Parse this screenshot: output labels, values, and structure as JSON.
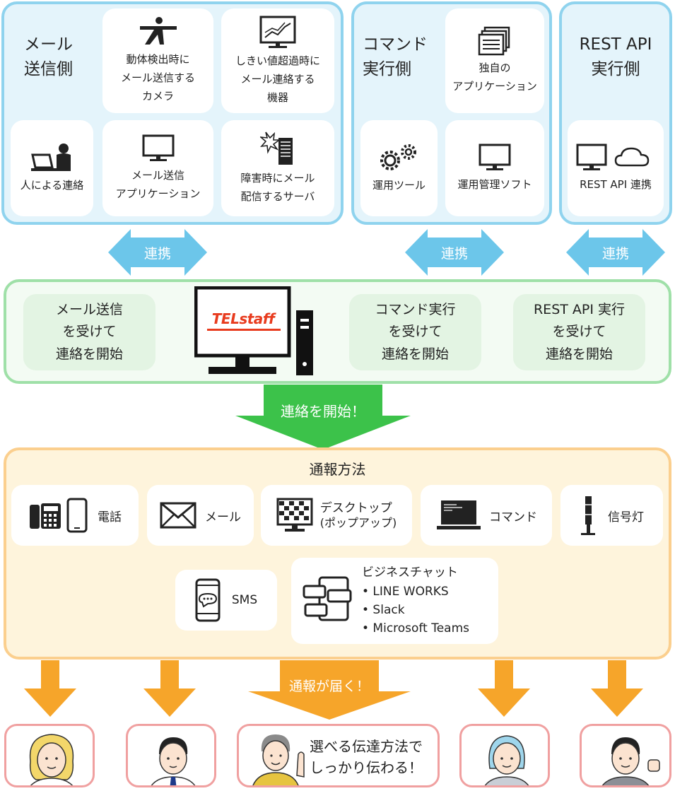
{
  "mail_panel": {
    "title_line1": "メール",
    "title_line2": "送信側",
    "cards": [
      {
        "lines": [
          "動体検出時に",
          "メール送信する",
          "カメラ"
        ],
        "icon": "motion-person-icon"
      },
      {
        "lines": [
          "しきい値超過時に",
          "メール連絡する",
          "機器"
        ],
        "icon": "monitor-chart-icon"
      },
      {
        "lines": [
          "人による連絡"
        ],
        "icon": "person-laptop-icon"
      },
      {
        "lines": [
          "メール送信",
          "アプリケーション"
        ],
        "icon": "monitor-icon"
      },
      {
        "lines": [
          "障害時にメール",
          "配信するサーバ"
        ],
        "icon": "server-alert-icon"
      }
    ]
  },
  "command_panel": {
    "title_line1": "コマンド",
    "title_line2": "実行側",
    "cards": [
      {
        "lines": [
          "独自の",
          "アプリケーション"
        ],
        "icon": "documents-icon"
      },
      {
        "lines": [
          "運用ツール"
        ],
        "icon": "gears-icon"
      },
      {
        "lines": [
          "運用管理ソフト"
        ],
        "icon": "monitor-icon"
      }
    ]
  },
  "rest_panel": {
    "title_line1": "REST API",
    "title_line2": "実行側",
    "card_label": "REST API 連携"
  },
  "link_label": "連携",
  "center_panel": {
    "left": [
      "メール送信",
      "を受けて",
      "連絡を開始"
    ],
    "mid": [
      "コマンド実行",
      "を受けて",
      "連絡を開始"
    ],
    "right": [
      "REST API 実行",
      "を受けて",
      "連絡を開始"
    ],
    "logo_text": "TELstaff"
  },
  "start_label": "連絡を開始！",
  "notify_panel": {
    "title": "通報方法",
    "methods": {
      "phone": "電話",
      "mail": "メール",
      "desktop_line1": "デスクトップ",
      "desktop_line2": "(ポップアップ)",
      "command": "コマンド",
      "signal": "信号灯",
      "sms": "SMS",
      "chat_title": "ビジネスチャット",
      "chat_items": [
        "• LINE WORKS",
        "• Slack",
        "• Microsoft Teams"
      ]
    }
  },
  "arrive_label": "通報が届く！",
  "person_message": [
    "選べる伝達方法で",
    "しっかり伝わる！"
  ],
  "colors": {
    "blue_border": "#8fd3ee",
    "green_border": "#9fe0a8",
    "orange_border": "#fbcf8e",
    "arrow_orange": "#f6a52a",
    "arrow_green": "#3cc24a",
    "arrow_blue": "#6cc6ea"
  }
}
